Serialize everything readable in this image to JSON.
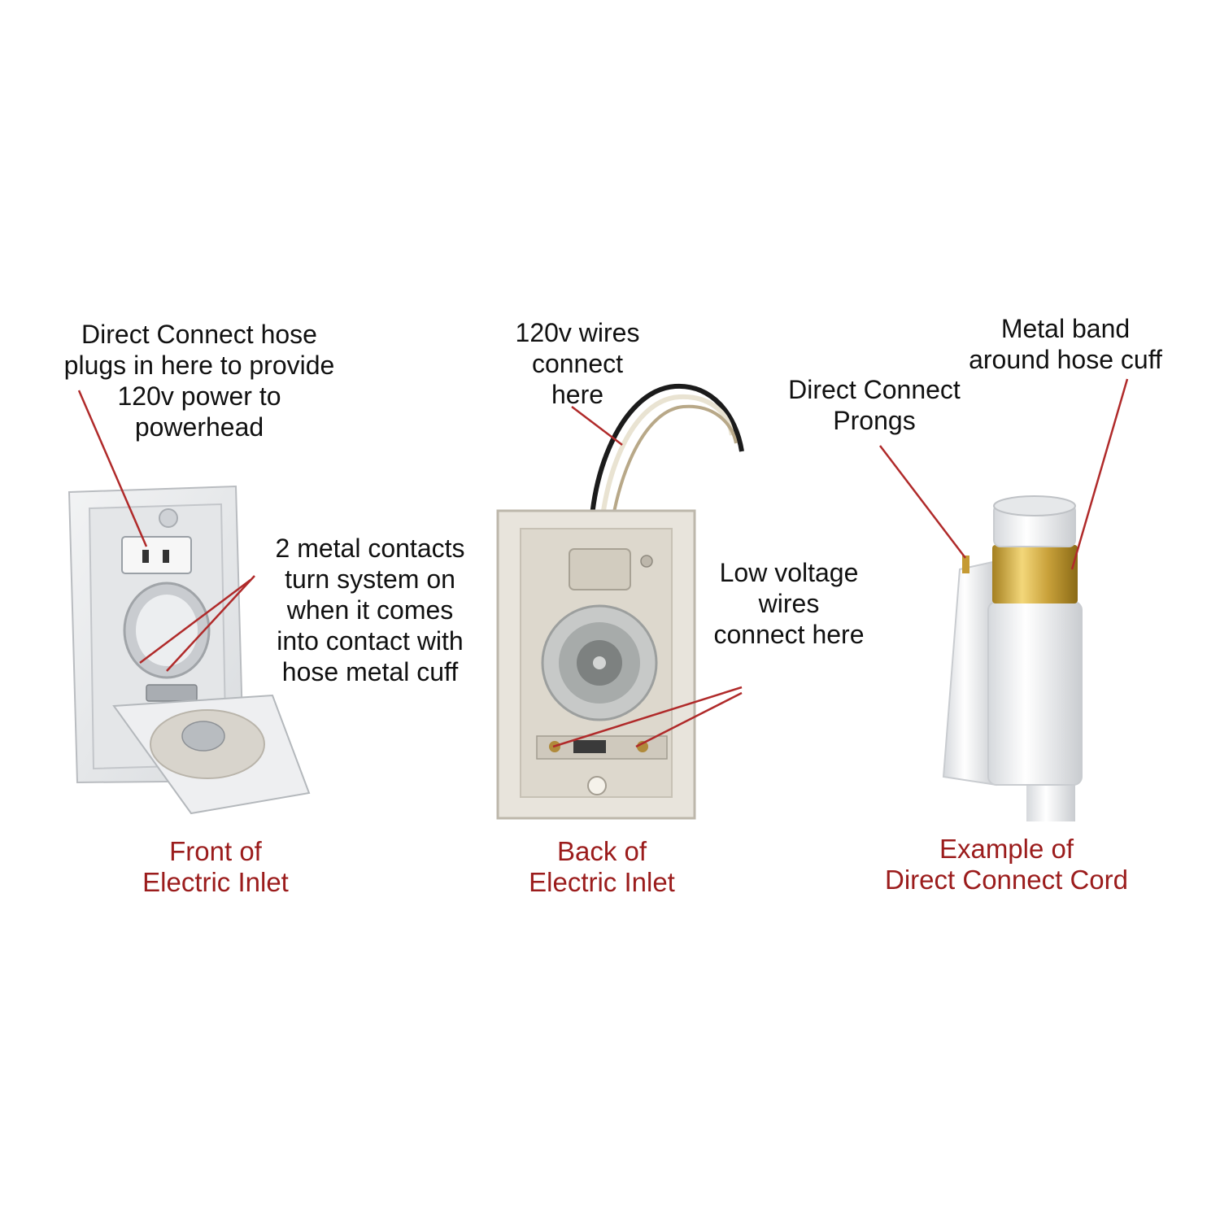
{
  "colors": {
    "callout_text": "#111111",
    "caption_text": "#9b1c1c",
    "leader_line": "#b02a2a",
    "plate": "#e9ebed",
    "brass": "#c9a13a"
  },
  "panels": [
    {
      "caption": "Front of\nElectric Inlet",
      "callouts": [
        "Direct Connect hose\nplugs in here to provide\n120v power to\npowerhead",
        "2 metal contacts\nturn system on\nwhen it comes\ninto contact with\nhose metal cuff"
      ]
    },
    {
      "caption": "Back of\nElectric Inlet",
      "callouts": [
        "120v wires\nconnect\nhere",
        "Low voltage\nwires\nconnect here"
      ]
    },
    {
      "caption": "Example of\nDirect Connect Cord",
      "callouts": [
        "Direct Connect\nProngs",
        "Metal band\naround hose cuff"
      ]
    }
  ],
  "icons": {
    "front": "electric-inlet-front-illustration",
    "back": "electric-inlet-back-illustration",
    "cord": "direct-connect-cord-illustration"
  }
}
